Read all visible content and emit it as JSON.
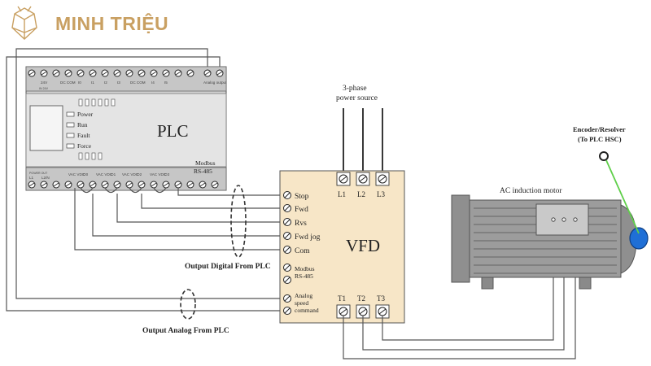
{
  "brand": {
    "name": "MINH TRIỆU",
    "color": "#c9a062",
    "icon": "crystal-logo-icon"
  },
  "plc": {
    "title": "PLC",
    "indicators": [
      "Power",
      "Run",
      "Fault",
      "Force"
    ],
    "top_terminal_labels": [
      "24V",
      "DC COM",
      "I0",
      "I1",
      "I2",
      "I3",
      "DC COM",
      "I4",
      "I5",
      "Analog output"
    ],
    "bottom_terminal_labels": [
      "L1",
      "L2/N",
      "VAC VDC",
      "O0",
      "VAC VDC",
      "O1",
      "VAC VDC",
      "O2",
      "VAC VDC",
      "O3"
    ],
    "modbus_label": "Modbus RS-485",
    "tiny_marks": [
      "IN 24V",
      "POWER OUT"
    ]
  },
  "power_source": {
    "label": "3-phase power source"
  },
  "vfd": {
    "title": "VFD",
    "color": "#f7e6c7",
    "input_terminals": [
      "L1",
      "L2",
      "L3"
    ],
    "output_terminals": [
      "T1",
      "T2",
      "T3"
    ],
    "control_terminals": [
      "Stop",
      "Fwd",
      "Rvs",
      "Fwd jog",
      "Com",
      "Modbus RS-485",
      "Analog speed command"
    ]
  },
  "motor": {
    "label": "AC induction motor",
    "body_color": "#9c9c9c",
    "shaft_color": "#1f6fd6"
  },
  "encoder": {
    "label": "Encoder/Resolver (To PLC HSC)",
    "wire_color": "#5fcf4a"
  },
  "annotations": {
    "digital": "Output Digital From PLC",
    "analog": "Output Analog From PLC"
  }
}
